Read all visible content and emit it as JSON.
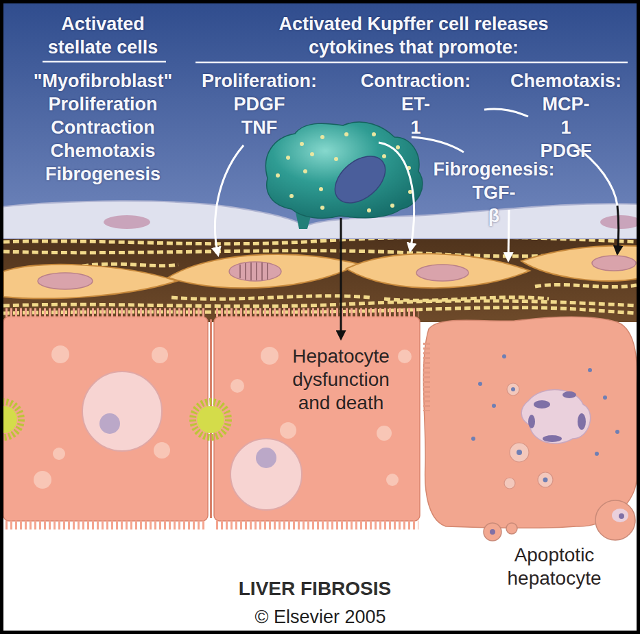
{
  "diagram": {
    "caption": "LIVER FIBROSIS",
    "nodes": [
      {
        "text": [
          "Activated stellate cells",
          "\"Myofibroblast\" Proliferation Contraction Chemotaxis Fibrogenesis",
          "Activated Kupffer cell releases cytokines that promote:",
          "Proliferation:",
          "PDGF TNF",
          "Contraction:",
          "ET-1",
          "Chemotaxis:",
          "MCP-1 PDGF",
          "Fibrogenesis:",
          "TGF-β"
        ]
      },
      {
        "text": [
          "Hepatocyte dysfunction and death"
        ]
      },
      {
        "text": [
          "Apoptotic hepatocyte"
        ]
      }
    ],
    "labels": [
      "© Elsevier 2005"
    ]
  }
}
